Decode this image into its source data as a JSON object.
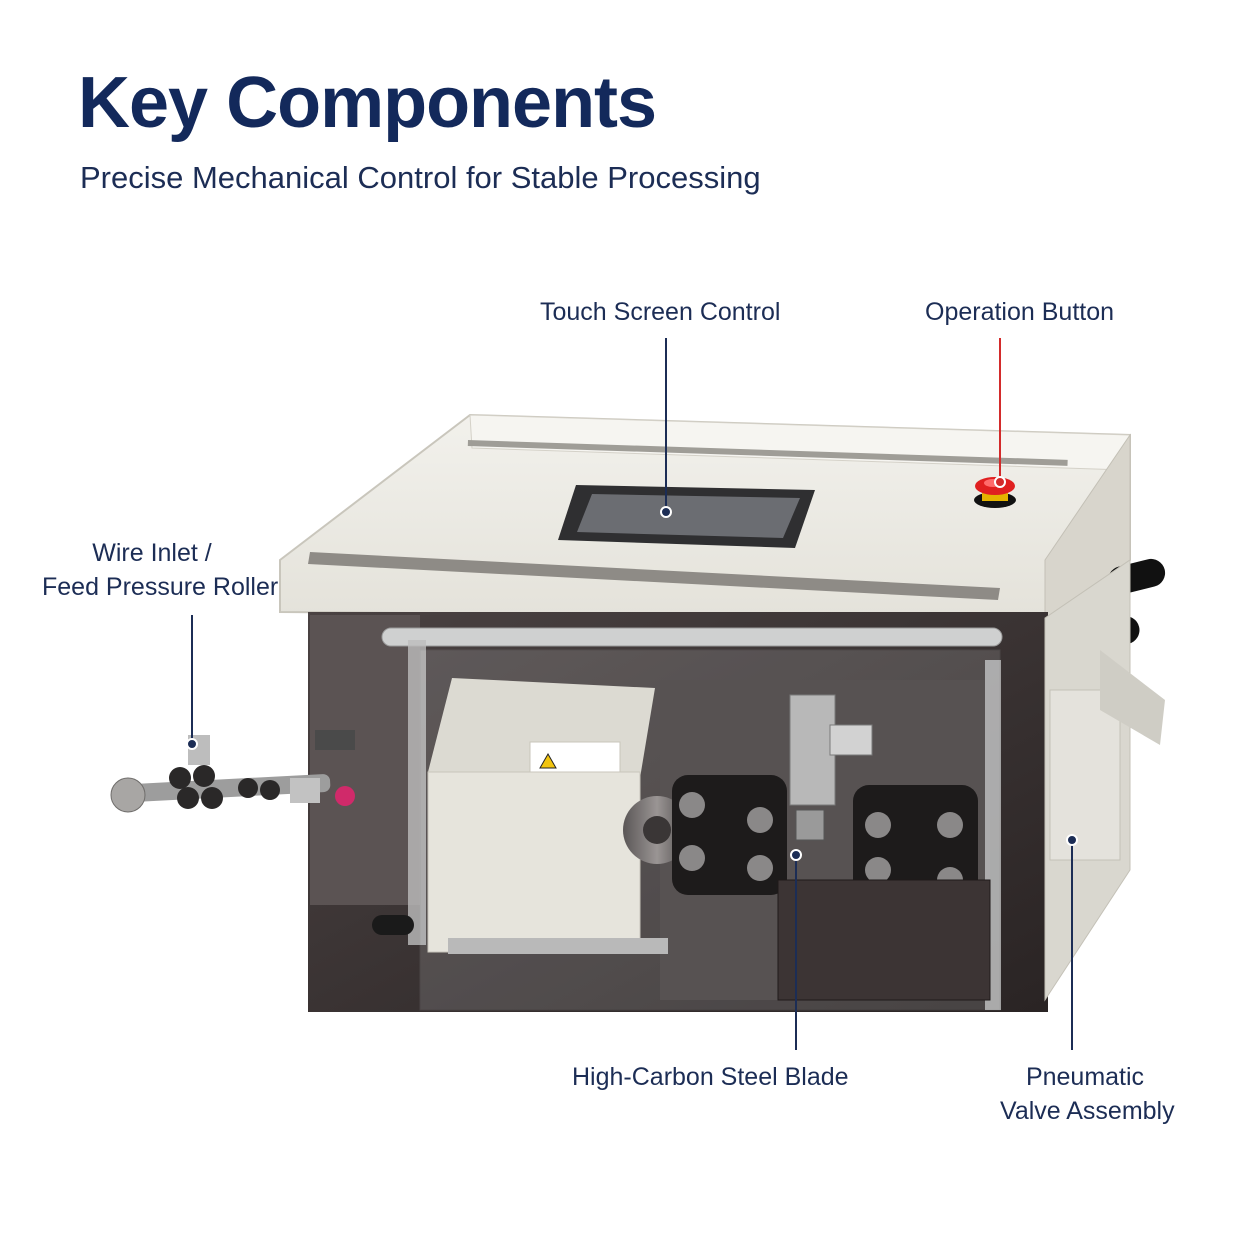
{
  "header": {
    "title": "Key Components",
    "subtitle": "Precise Mechanical Control for Stable Processing"
  },
  "callouts": {
    "touch_screen": "Touch Screen Control",
    "operation_button": "Operation Button",
    "wire_inlet_line1": "Wire Inlet /",
    "wire_inlet_line2": "Feed Pressure Roller",
    "blade": "High-Carbon Steel Blade",
    "pneumatic_line1": "Pneumatic",
    "pneumatic_line2": "Valve Assembly"
  },
  "colors": {
    "title": "#13295b",
    "text": "#1c2d55",
    "leader_line": "#1c2d55",
    "button_leader": "#d32b2b",
    "machine_body": "#e9e7df",
    "emergency_stop": "#e02020"
  }
}
